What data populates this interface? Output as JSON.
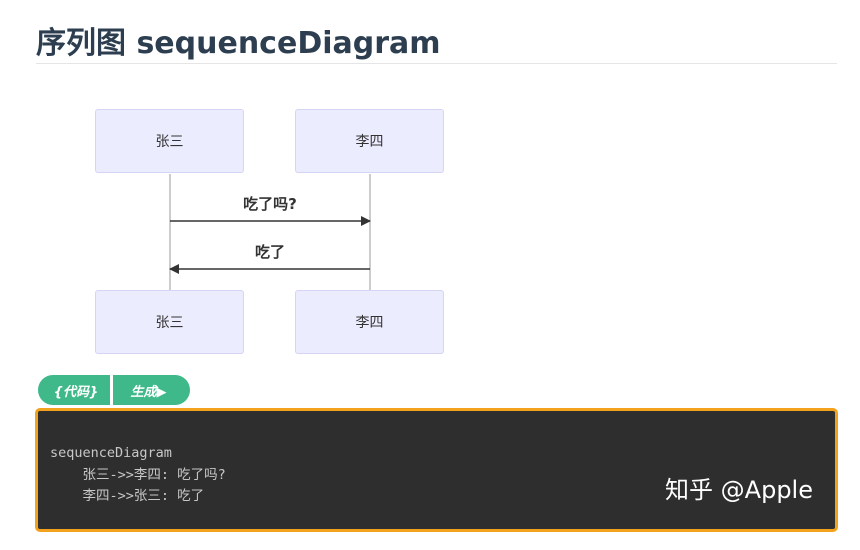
{
  "header": {
    "title": "序列图 sequenceDiagram"
  },
  "diagram": {
    "participants": [
      "张三",
      "李四"
    ],
    "messages": [
      {
        "from": "张三",
        "to": "李四",
        "label": "吃了吗?"
      },
      {
        "from": "李四",
        "to": "张三",
        "label": "吃了"
      }
    ]
  },
  "toggle": {
    "code_label": "{代码}",
    "generate_label": "生成▶"
  },
  "code": {
    "lines": [
      "sequenceDiagram",
      "    张三->>李四: 吃了吗?",
      "    李四->>张三: 吃了"
    ]
  },
  "watermark": {
    "text": "知乎 @Apple"
  },
  "colors": {
    "actor_fill": "#ececff",
    "actor_border": "#d6d4f4",
    "toggle_green": "#3fb98a",
    "code_bg": "#2e2e2e",
    "code_border": "#f3a21d",
    "title": "#2c3e50"
  }
}
